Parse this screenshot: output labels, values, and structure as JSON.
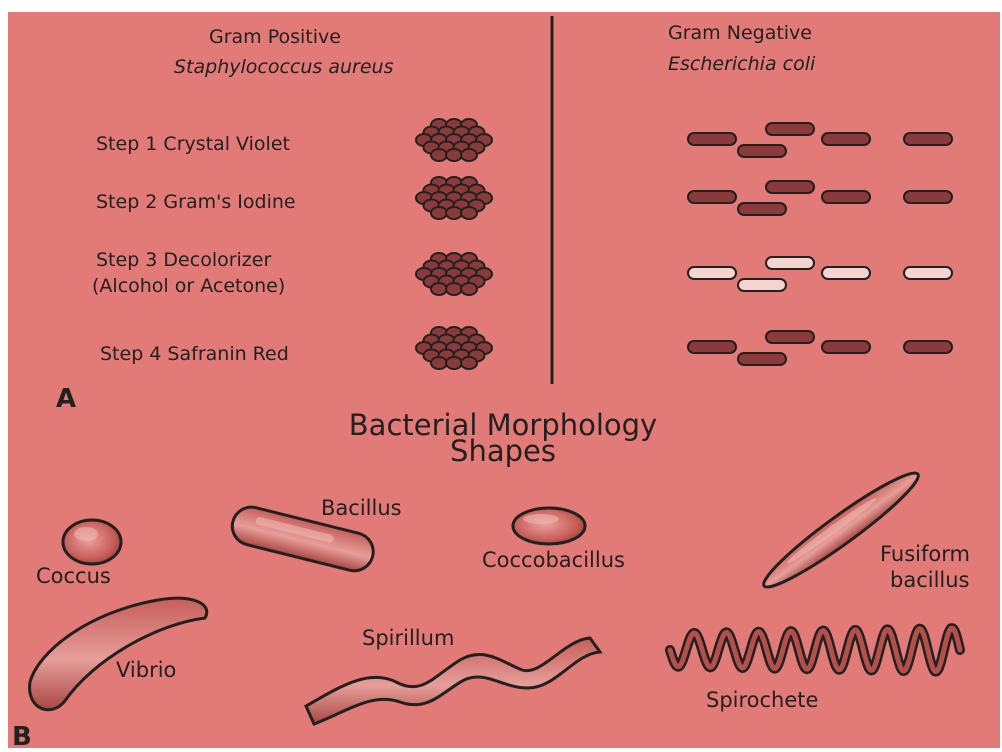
{
  "panel_a": {
    "label": "A",
    "left_header": {
      "title": "Gram Positive",
      "organism": "Staphylococcus aureus"
    },
    "right_header": {
      "title": "Gram Negative",
      "organism": "Escherichia coli"
    },
    "steps": [
      {
        "line1": "Step 1  Crystal Violet",
        "line2": "",
        "stained": true
      },
      {
        "line1": "Step 2  Gram's Iodine",
        "line2": "",
        "stained": true
      },
      {
        "line1": "Step 3  Decolorizer",
        "line2": "(Alcohol or Acetone)",
        "stained": false
      },
      {
        "line1": "Step 4  Safranin Red",
        "line2": "",
        "stained": true
      }
    ]
  },
  "panel_b": {
    "label": "B",
    "title_line1": "Bacterial Morphology",
    "title_line2": "Shapes",
    "shapes": {
      "coccus": "Coccus",
      "bacillus": "Bacillus",
      "coccobacillus": "Coccobacillus",
      "fusiform_line1": "Fusiform",
      "fusiform_line2": "bacillus",
      "vibrio": "Vibrio",
      "spirillum": "Spirillum",
      "spirochete": "Spirochete"
    }
  },
  "colors": {
    "background": "#e27b77",
    "ink": "#232020",
    "cell_fill": "#8a3a3a",
    "cell_dark": "#6b2a2a",
    "destained_fill": "#f3d4d0"
  }
}
